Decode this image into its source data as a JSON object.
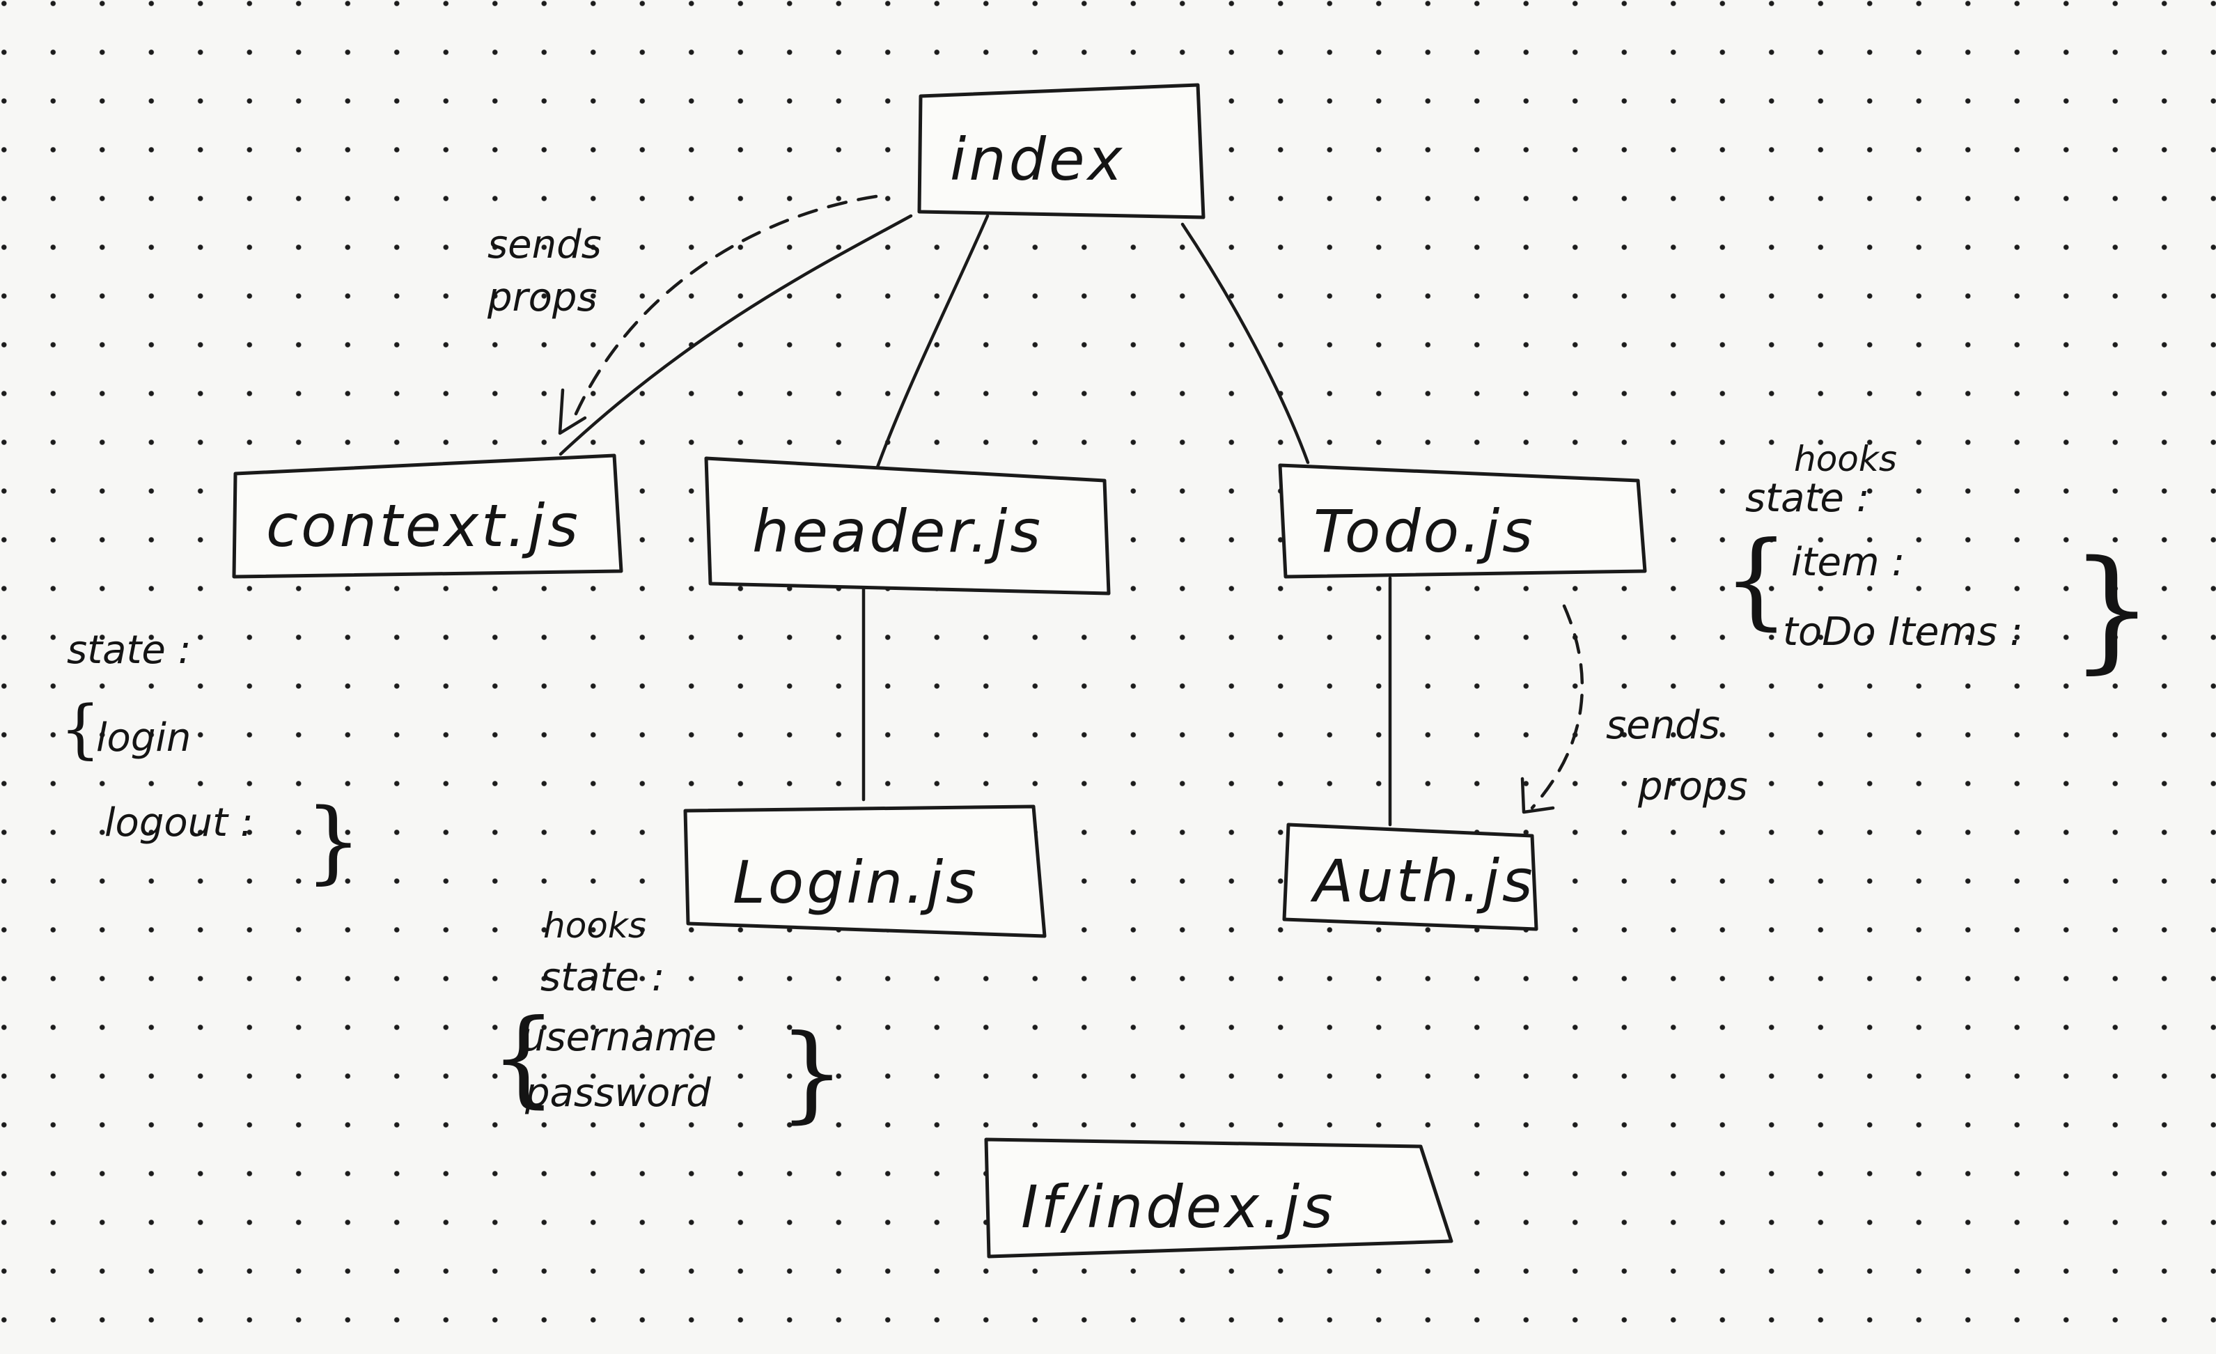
{
  "nodes": {
    "index": "index",
    "context": "context.js",
    "header": "header.js",
    "todo": "Todo.js",
    "login": "Login.js",
    "auth": "Auth.js",
    "if_index": "If/index.js"
  },
  "annotations": {
    "sends_props_top_1": "sends",
    "sends_props_top_2": "props",
    "sends_props_right_1": "sends",
    "sends_props_right_2": "props",
    "context_state": {
      "title": "state :",
      "line1": "login",
      "line2": "logout :"
    },
    "login_state": {
      "line0": "hooks",
      "title": "state :",
      "line1": "username",
      "line2": "password"
    },
    "todo_state": {
      "line0": "hooks",
      "title": "state :",
      "line1": "item :",
      "line2": "toDo Items :"
    }
  }
}
